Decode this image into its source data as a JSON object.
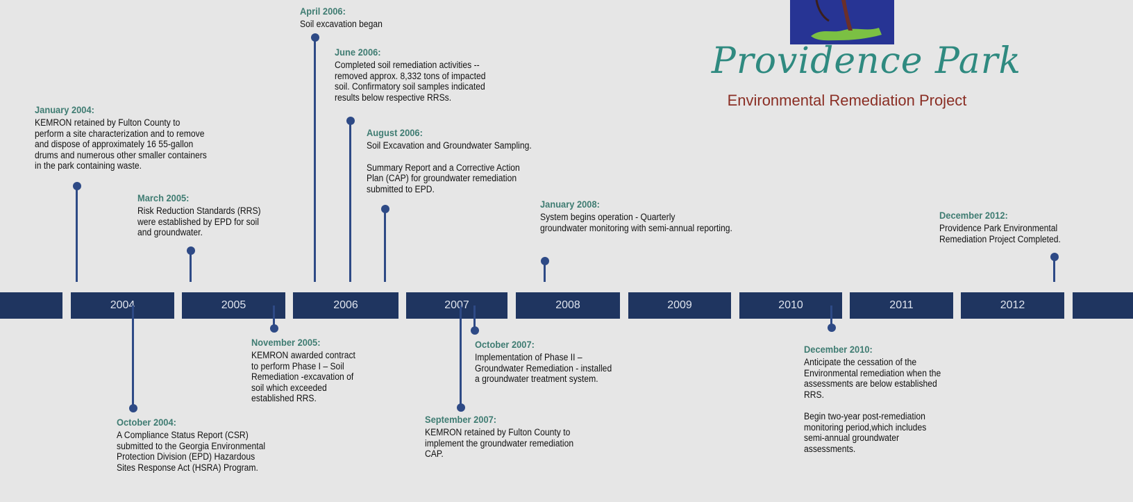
{
  "brand": {
    "title": "Providence Park",
    "subtitle": "Environmental Remediation Project",
    "colors": {
      "logo_bg": "#273494",
      "title": "#2f8a80",
      "subtitle": "#8a2e24"
    }
  },
  "timeline": {
    "colors": {
      "bar": "#1f3560",
      "stem": "#2e4a86",
      "date": "#3f7c72"
    },
    "years": [
      "2004",
      "2005",
      "2006",
      "2007",
      "2008",
      "2009",
      "2010",
      "2011",
      "2012"
    ]
  },
  "events": [
    {
      "date": "January 2004:",
      "text": [
        "KEMRON retained by Fulton County to\nperform a site characterization and to remove\nand dispose of approximately 16 55-gallon\ndrums and numerous other smaller containers\nin the park containing waste."
      ]
    },
    {
      "date": "October 2004:",
      "text": [
        "A Compliance Status Report (CSR)\nsubmitted to the Georgia Environmental\nProtection Division (EPD) Hazardous\nSites Response Act (HSRA) Program."
      ]
    },
    {
      "date": "March 2005:",
      "text": [
        "Risk Reduction Standards (RRS)\nwere established  by EPD for soil\nand groundwater."
      ]
    },
    {
      "date": "November 2005:",
      "text": [
        "KEMRON  awarded contract\n to perform Phase I – Soil\nRemediation -excavation of\nsoil  which  exceeded\nestablished RRS."
      ]
    },
    {
      "date": "April 2006:",
      "text": [
        "Soil excavation began"
      ]
    },
    {
      "date": "June 2006:",
      "text": [
        "Completed soil remediation activities --\nremoved approx. 8,332 tons of impacted\nsoil. Confirmatory soil samples  indicated\nresults  below respective RRSs."
      ]
    },
    {
      "date": "August 2006:",
      "text": [
        "Soil Excavation and Groundwater Sampling.",
        "Summary Report and  a Corrective Action\nPlan (CAP)  for  groundwater remediation\nsubmitted to EPD."
      ]
    },
    {
      "date": "September 2007:",
      "text": [
        "KEMRON retained by Fulton County to\nimplement the groundwater remediation\nCAP."
      ]
    },
    {
      "date": "October 2007:",
      "text": [
        "Implementation of Phase II –\nGroundwater Remediation - installed\na groundwater treatment system."
      ]
    },
    {
      "date": "January 2008:",
      "text": [
        "System begins operation - Quarterly\ngroundwater monitoring with semi-annual reporting."
      ]
    },
    {
      "date": "December 2010:",
      "text": [
        "Anticipate the cessation of the\nEnvironmental remediation when the\nassessments are below established\nRRS.",
        "Begin two-year post-remediation\nmonitoring period,which includes\nsemi-annual groundwater\nassessments."
      ]
    },
    {
      "date": "December 2012:",
      "text": [
        "Providence Park Environmental\nRemediation Project Completed."
      ]
    }
  ]
}
